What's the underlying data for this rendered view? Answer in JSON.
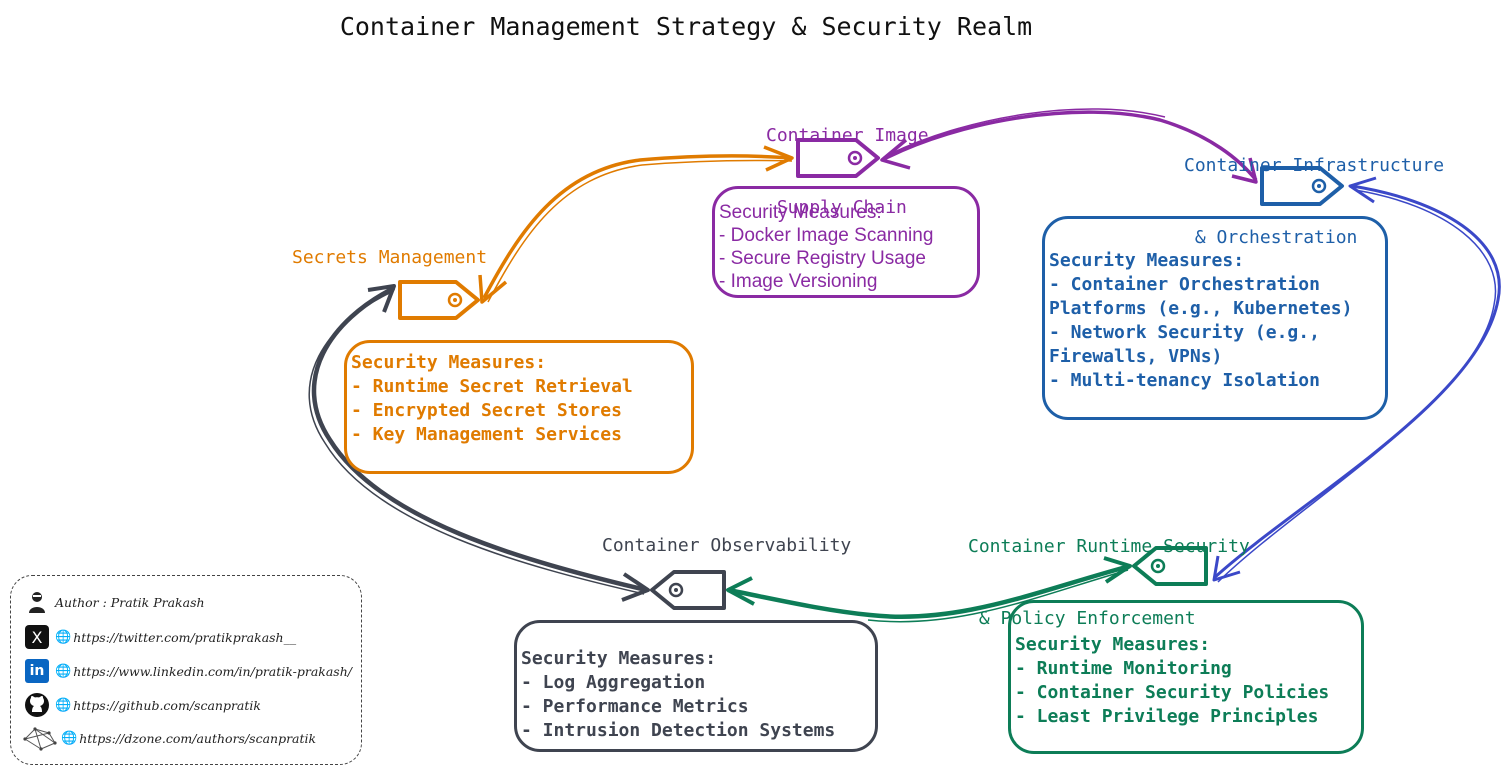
{
  "title": "Container Management Strategy & Security Realm",
  "colors": {
    "orange": "#e07b00",
    "purple": "#8a2aa3",
    "blue": "#1e5fa8",
    "green": "#0d7d57",
    "gray": "#3f4450",
    "arrow_blue": "#3b48c8"
  },
  "nodes": {
    "secrets": {
      "label": "Secrets Management",
      "heading": "Security Measures:",
      "items": [
        "- Runtime Secret Retrieval",
        "- Encrypted Secret Stores",
        "- Key Management Services"
      ]
    },
    "image": {
      "label_lines": [
        "Container Image",
        " Supply Chain"
      ],
      "heading": "Security Measures:",
      "items": [
        "- Docker Image Scanning",
        "- Secure Registry Usage",
        "- Image Versioning"
      ]
    },
    "infra": {
      "label_lines": [
        "Container Infrastructure",
        " & Orchestration"
      ],
      "heading": "Security Measures:",
      "items": [
        "- Container Orchestration",
        "Platforms (e.g., Kubernetes)",
        "- Network Security (e.g.,",
        "Firewalls, VPNs)",
        "- Multi-tenancy Isolation"
      ]
    },
    "runtime": {
      "label_lines": [
        "Container Runtime Security",
        " & Policy Enforcement"
      ],
      "heading": "Security Measures:",
      "items": [
        "- Runtime Monitoring",
        "- Container Security Policies",
        "- Least Privilege Principles"
      ]
    },
    "observability": {
      "label": "Container Observability",
      "heading": "Security Measures:",
      "items": [
        "- Log Aggregation",
        "- Performance Metrics",
        "- Intrusion Detection Systems"
      ]
    }
  },
  "legend": {
    "author": "Author :  Pratik Prakash",
    "twitter": "https://twitter.com/pratikprakash__",
    "linkedin": "https://www.linkedin.com/in/pratik-prakash/",
    "github": "https://github.com/scanpratik",
    "dzone": "https://dzone.com/authors/scanpratik"
  }
}
